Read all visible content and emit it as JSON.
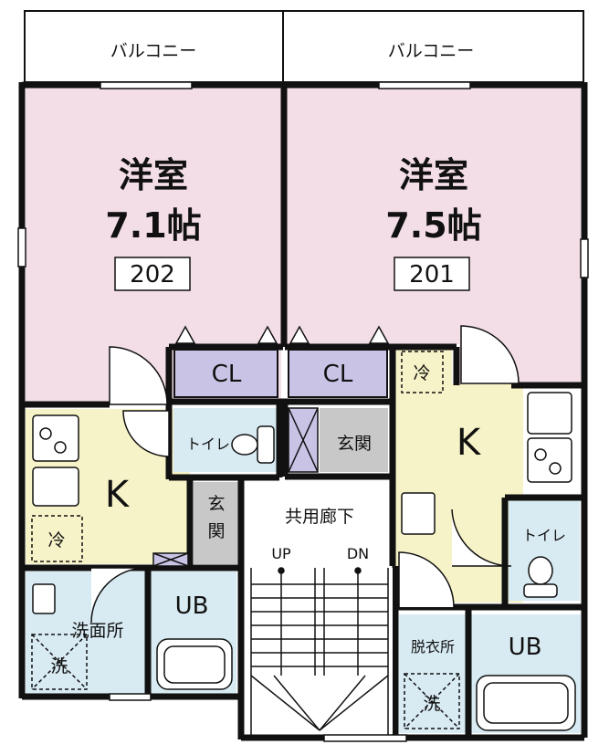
{
  "balconies": [
    "バルコニー",
    "バルコニー"
  ],
  "units": [
    {
      "room_type": "洋室",
      "room_size": "7.1帖",
      "unit_number": "202",
      "closet": "CL",
      "kitchen": "K",
      "fridge": "冷",
      "toilet": "トイレ",
      "entrance": "玄関",
      "washroom": "洗面所",
      "washer": "洗",
      "bath": "UB"
    },
    {
      "room_type": "洋室",
      "room_size": "7.5帖",
      "unit_number": "201",
      "closet": "CL",
      "kitchen": "K",
      "fridge": "冷",
      "toilet": "トイレ",
      "entrance": "玄関",
      "washroom": "脱衣所",
      "washer": "洗",
      "bath": "UB"
    }
  ],
  "corridor": {
    "label": "共用廊下",
    "up": "UP",
    "down": "DN"
  },
  "colors": {
    "western_room": "#f3dde7",
    "kitchen": "#f7f3c8",
    "closet": "#c9c4e6",
    "toilet_bath": "#d8ebf3",
    "entrance": "#c8c8c8",
    "wall": "#111111"
  }
}
